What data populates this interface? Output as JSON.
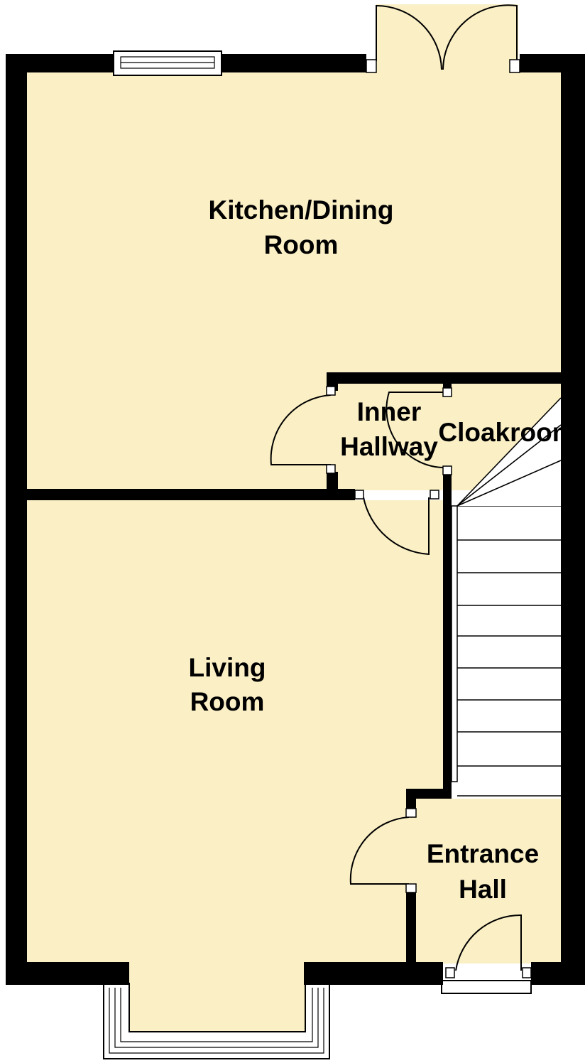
{
  "rooms": {
    "kitchen": {
      "line1": "Kitchen/Dining",
      "line2": "Room"
    },
    "inner_hallway": {
      "line1": "Inner",
      "line2": "Hallway"
    },
    "cloakroom": {
      "line1": "Cloakroom"
    },
    "living": {
      "line1": "Living",
      "line2": "Room"
    },
    "entrance": {
      "line1": "Entrance",
      "line2": "Hall"
    }
  },
  "colors": {
    "floor": "#faefc5",
    "wall": "#000000",
    "background": "#ffffff"
  },
  "icons": {
    "door": "door-swing-icon",
    "window": "window-icon",
    "stairs": "staircase-icon"
  }
}
